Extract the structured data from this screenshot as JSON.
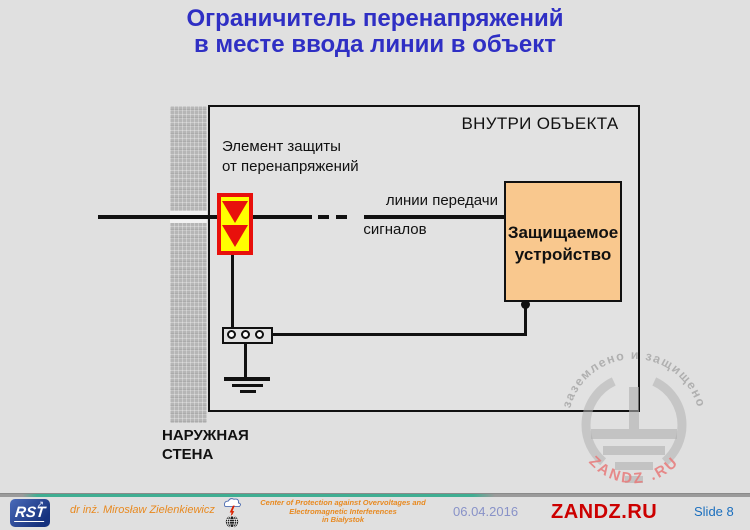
{
  "title": {
    "line1": "Ограничитель перенапряжений",
    "line2": "в месте ввода линии в объект"
  },
  "diagram": {
    "inside_label": "ВНУТРИ ОБЪЕКТА",
    "protection_label_line1": "Элемент защиты",
    "protection_label_line2": "от перенапряжений",
    "line_label_line1": "линии передачи",
    "line_label_line2": "сигналов",
    "device_label_line1": "Защищаемое",
    "device_label_line2": "устройство",
    "wall_label_line1": "НАРУЖНАЯ",
    "wall_label_line2": "СТЕНА"
  },
  "watermark": {
    "arc_text": "заземлено  и  защищено",
    "brand": "ZANDZ .RU"
  },
  "footer": {
    "logo_text": "RST",
    "author": "dr inż. Mirosław Zielenkiewicz",
    "center_line1": "Center of Protection against Overvoltages and",
    "center_line2": "Electromagnetic Interferences",
    "center_line3": "in Białystok",
    "date": "06.04.2016",
    "site": "ZANDZ.RU",
    "slide": "Slide 8"
  },
  "colors": {
    "title_blue": "#2f2fc4",
    "spd_border_red": "#e8100c",
    "spd_fill_yellow": "#ffff00",
    "device_fill": "#f9c88e",
    "footer_orange": "#e8891f",
    "site_red": "#cc0000",
    "slide_blue": "#1b6fbe",
    "date_blue": "#8892c8",
    "divider_teal": "#3fae92",
    "watermark_gray": "#b0b0b0",
    "watermark_red": "#e87a7a"
  }
}
